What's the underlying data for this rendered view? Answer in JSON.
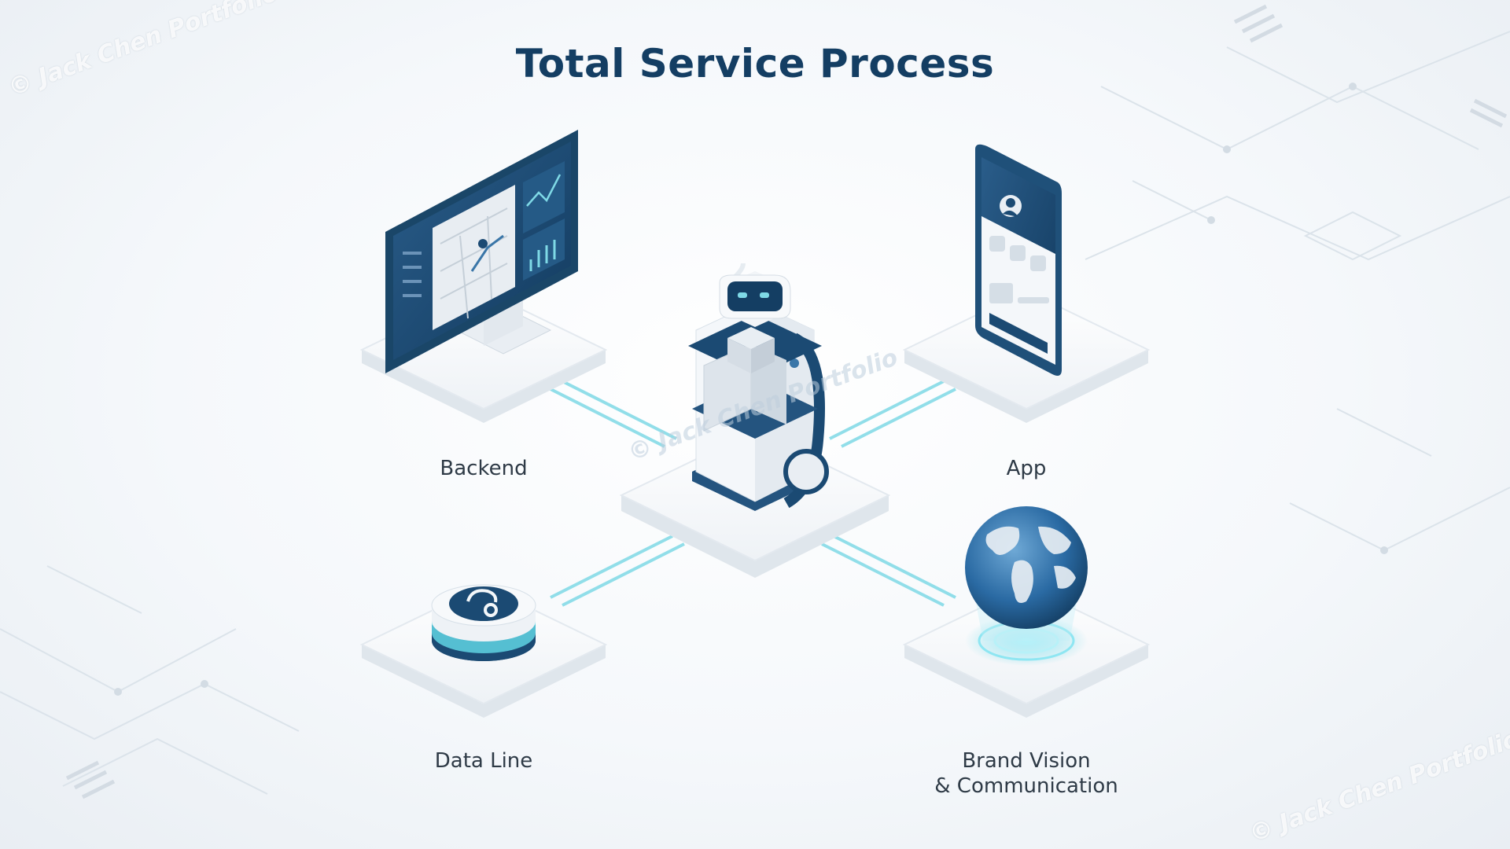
{
  "title": "Total Service Process",
  "nodes": {
    "backend": "Backend",
    "app": "App",
    "data_line": "Data Line",
    "brand_line1": "Brand Vision",
    "brand_line2": "& Communication"
  },
  "watermark": "© Jack Chen Portfolio",
  "colors": {
    "navy": "#1b4a73",
    "accent": "#5fd3e3",
    "platform": "#ffffff",
    "title": "#143e63"
  }
}
